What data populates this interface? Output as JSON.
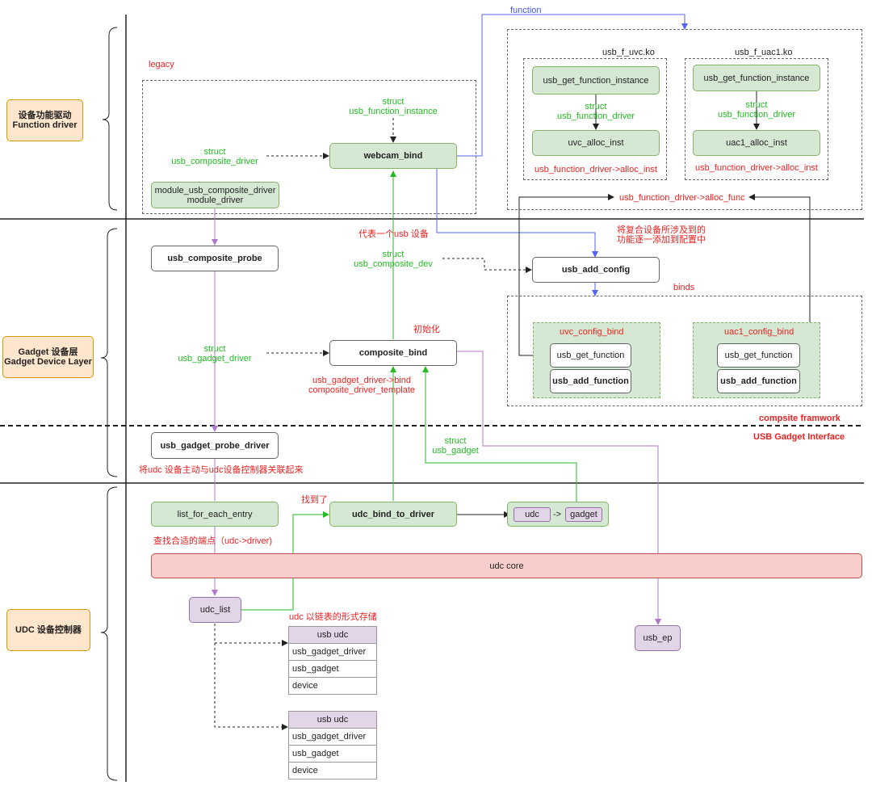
{
  "layers": {
    "function_driver": "设备功能驱动\nFunction driver",
    "gadget_device": "Gadget 设备层\nGadget Device Layer",
    "udc_controller": "UDC 设备控制器"
  },
  "labels": {
    "legacy": "legacy",
    "function": "function",
    "usb_f_uvc": "usb_f_uvc.ko",
    "usb_f_uac1": "usb_f_uac1.ko",
    "struct_usb_function_instance": "struct\nusb_function_instance",
    "struct_usb_composite_driver": "struct\nusb_composite_driver",
    "struct_usb_function_driver_1": "struct\nusb_function_driver",
    "struct_usb_function_driver_2": "struct\nusb_function_driver",
    "alloc_inst_1": "usb_function_driver->alloc_inst",
    "alloc_inst_2": "usb_function_driver->alloc_inst",
    "alloc_func": "usb_function_driver->alloc_func",
    "represents_usb_device": "代表一个usb 设备",
    "add_config_note": "将复合设备所涉及到的\n功能逐一添加到配置中",
    "struct_usb_composite_dev": "struct\nusb_composite_dev",
    "binds": "binds",
    "init": "初始化",
    "struct_usb_gadget_driver": "struct\nusb_gadget_driver",
    "bind_template": "usb_gadget_driver->bind\ncomposite_driver_template",
    "struct_usb_gadget": "struct\nusb_gadget",
    "compsite_framwork": "compsite framwork",
    "usb_gadget_interface": "USB Gadget Interface",
    "associate_note": "将udc 设备主动与udc设备控制器关联起来",
    "found": "找到了",
    "find_match": "查找合适的端点（udc->driver)",
    "udc_list_note": "udc 以链表的形式存储",
    "arrow": "->"
  },
  "nodes": {
    "webcam_bind": "webcam_bind",
    "module_driver": "module_usb_composite_driver\nmodule_driver",
    "uvc_get_instance": "usb_get_function_instance",
    "uvc_alloc_inst": "uvc_alloc_inst",
    "uac1_get_instance": "usb_get_function_instance",
    "uac1_alloc_inst": "uac1_alloc_inst",
    "usb_composite_probe": "usb_composite_probe",
    "usb_add_config": "usb_add_config",
    "uvc_config_bind": "uvc_config_bind",
    "uvc_get_function": "usb_get_function",
    "uvc_add_function": "usb_add_function",
    "uac1_config_bind": "uac1_config_bind",
    "uac1_get_function": "usb_get_function",
    "uac1_add_function": "usb_add_function",
    "composite_bind": "composite_bind",
    "usb_gadget_probe_driver": "usb_gadget_probe_driver",
    "list_for_each_entry": "list_for_each_entry",
    "udc_bind_to_driver": "udc_bind_to_driver",
    "udc": "udc",
    "gadget": "gadget",
    "udc_core": "udc core",
    "udc_list": "udc_list",
    "usb_ep": "usb_ep"
  },
  "tables": [
    {
      "header": "usb udc",
      "rows": [
        "usb_gadget_driver",
        "usb_gadget",
        "device"
      ]
    },
    {
      "header": "usb udc",
      "rows": [
        "usb_gadget_driver",
        "usb_gadget",
        "device"
      ]
    }
  ],
  "colors": {
    "green_fill": "#d5e8d4",
    "purple_fill": "#e1d5e7",
    "orange_fill": "#ffe6cc",
    "red_fill": "#f8cecc",
    "green_text": "#22bb22",
    "red_text": "#ee2222"
  }
}
